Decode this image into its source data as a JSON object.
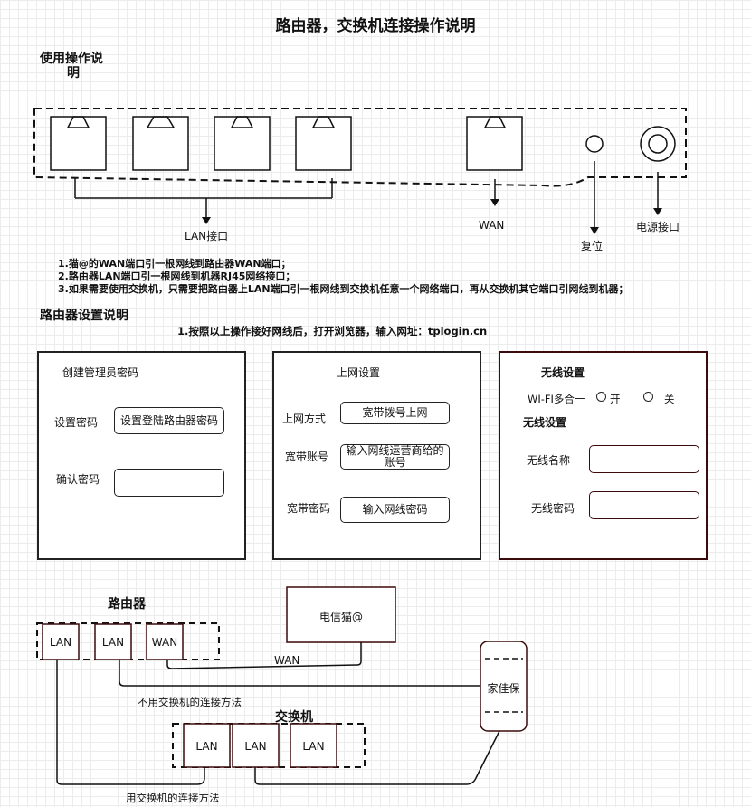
{
  "title": "路由器，交换机连接操作说明",
  "usage": {
    "heading_line1": "使用操作说",
    "heading_line2": "明",
    "lan_label": "LAN接口",
    "wan_label": "WAN",
    "reset_label": "复位",
    "power_label": "电源接口",
    "steps": [
      "1.猫@的WAN端口引一根网线到路由器WAN端口；",
      "2.路由器LAN端口引一根网线到机器RJ45网络接口；",
      "3.如果需要使用交换机，只需要把路由器上LAN端口引一根网线到交换机任意一个网络端口，再从交换机其它端口引网线到机器；"
    ]
  },
  "settings": {
    "heading": "路由器设置说明",
    "step1": "1.按照以上操作接好网线后，打开浏览器，输入网址：tplogin.cn",
    "admin": {
      "title": "创建管理员密码",
      "set_label": "设置密码",
      "set_value": "设置登陆路由器密码",
      "confirm_label": "确认密码",
      "confirm_value": ""
    },
    "internet": {
      "title": "上网设置",
      "mode_label": "上网方式",
      "mode_value": "宽带拨号上网",
      "account_label": "宽带账号",
      "account_value": "输入网线运营商给的账号",
      "password_label": "宽带密码",
      "password_value": "输入网线密码"
    },
    "wireless": {
      "title": "无线设置",
      "wifi_label": "WI-FI多合一",
      "on_label": "开",
      "off_label": "关",
      "subtitle": "无线设置",
      "name_label": "无线名称",
      "name_value": "",
      "password_label": "无线密码",
      "password_value": ""
    }
  },
  "topology": {
    "router_label": "路由器",
    "router_ports": [
      "LAN",
      "LAN",
      "WAN"
    ],
    "modem_label": "电信猫@",
    "wan_link_label": "WAN",
    "home_device_label": "家佳保",
    "no_switch_label": "不用交换机的连接方法",
    "switch_label": "交换机",
    "switch_ports": [
      "LAN",
      "LAN",
      "LAN"
    ],
    "with_switch_label": "用交换机的连接方法"
  }
}
